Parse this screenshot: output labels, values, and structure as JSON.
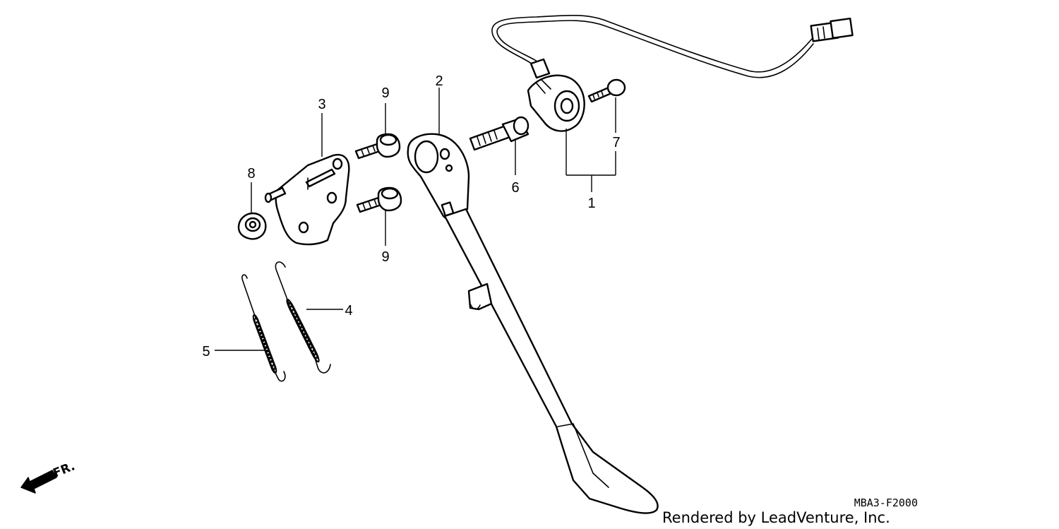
{
  "diagram": {
    "drawing_code": "MBA3-F2000",
    "credit": "Rendered by LeadVenture, Inc.",
    "direction_label": "FR.",
    "callouts": {
      "c1": "1",
      "c2": "2",
      "c3": "3",
      "c4": "4",
      "c5": "5",
      "c6": "6",
      "c7": "7",
      "c8": "8",
      "c9a": "9",
      "c9b": "9"
    }
  }
}
